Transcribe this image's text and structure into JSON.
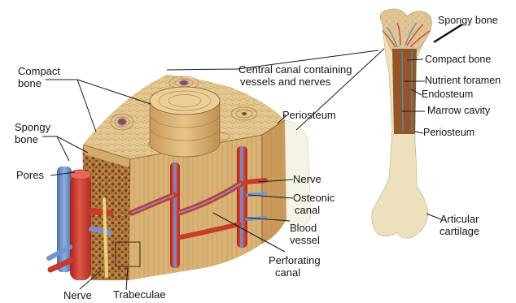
{
  "colors": {
    "bone_light": "#e2c68f",
    "bone_mid": "#cfa464",
    "bone_dark": "#9a6a34",
    "bone_shaft": "#ede1bd",
    "artery": "#d0382a",
    "vein": "#5f86c2",
    "leader": "#1a1a1a"
  },
  "labels": {
    "compact_bone_left_1": "Compact",
    "compact_bone_left_2": "bone",
    "spongy_bone_left_1": "Spongy",
    "spongy_bone_left_2": "bone",
    "pores": "Pores",
    "nerve_bottom": "Nerve",
    "trabeculae": "Trabeculae",
    "central_canal_1": "Central canal containing",
    "central_canal_2": "vessels and nerves",
    "periosteum_mid": "Periosteum",
    "nerve_mid": "Nerve",
    "osteonic_canal_1": "Osteonic",
    "osteonic_canal_2": "canal",
    "blood_vessel_1": "Blood",
    "blood_vessel_2": "vessel",
    "perforating_canal_1": "Perforating",
    "perforating_canal_2": "canal",
    "spongy_bone_right": "Spongy bone",
    "compact_bone_right": "Compact bone",
    "nutrient_foramen": "Nutrient foramen",
    "endosteum": "Endosteum",
    "marrow_cavity": "Marrow cavity",
    "periosteum_right": "Periosteum",
    "articular_cartilage_1": "Articular",
    "articular_cartilage_2": "cartilage"
  }
}
